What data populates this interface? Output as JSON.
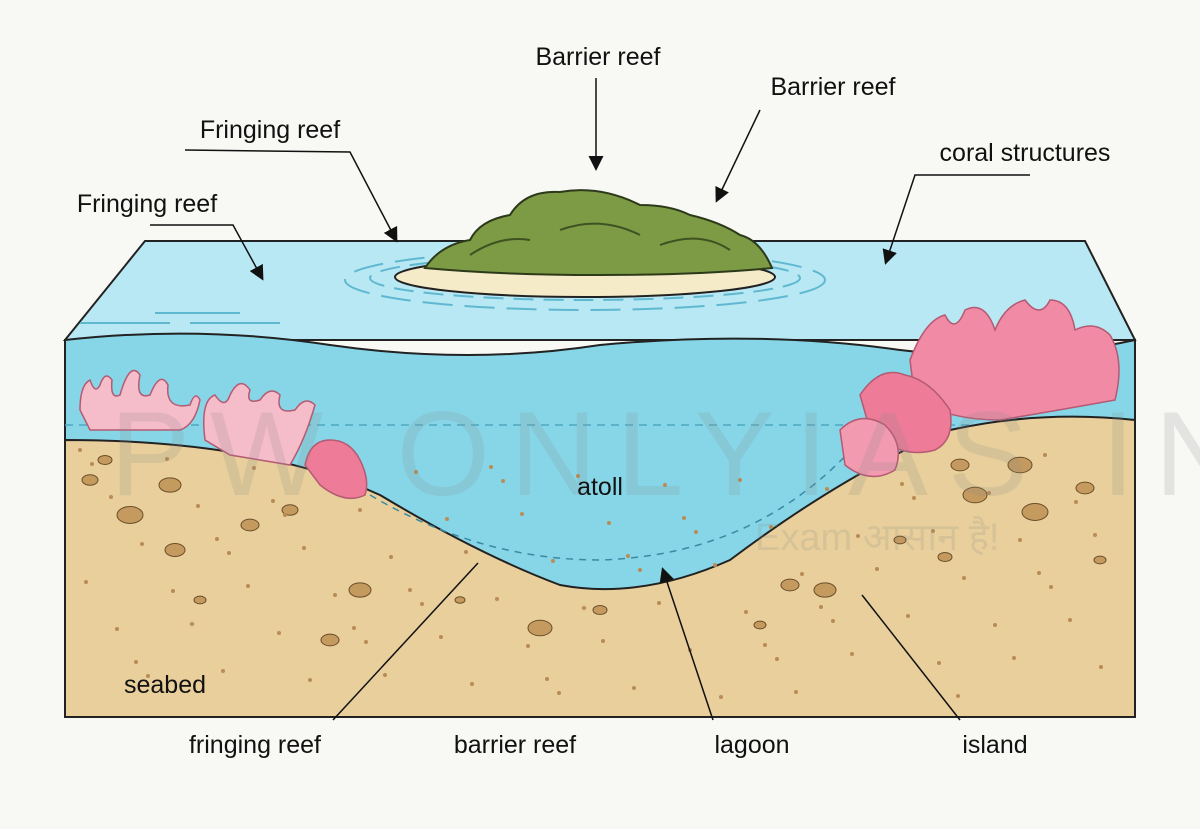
{
  "labels": {
    "barrier_reef_top": "Barrier reef",
    "barrier_reef_right": "Barrier reef",
    "fringing_reef_upper": "Fringing reef",
    "fringing_reef_left": "Fringing reef",
    "coral_structures": "coral structures",
    "atoll": "atoll",
    "seabed": "seabed",
    "fringing_reef_bottom": "fringing reef",
    "barrier_reef_bottom": "barrier reef",
    "lagoon": "lagoon",
    "island": "island"
  },
  "watermark": {
    "main": "PW ONLYIAS INDIA",
    "tagline": "Exam आसान है!"
  },
  "colors": {
    "water_surface": "#b5e7f3",
    "water_body": "#7dd3e6",
    "sand": "#e6cc97",
    "pebble": "#c49a5e",
    "coral_light": "#f4b3c2",
    "coral_dark": "#ec7896",
    "island_green": "#7d9a45",
    "island_sand": "#f5ebc8"
  }
}
